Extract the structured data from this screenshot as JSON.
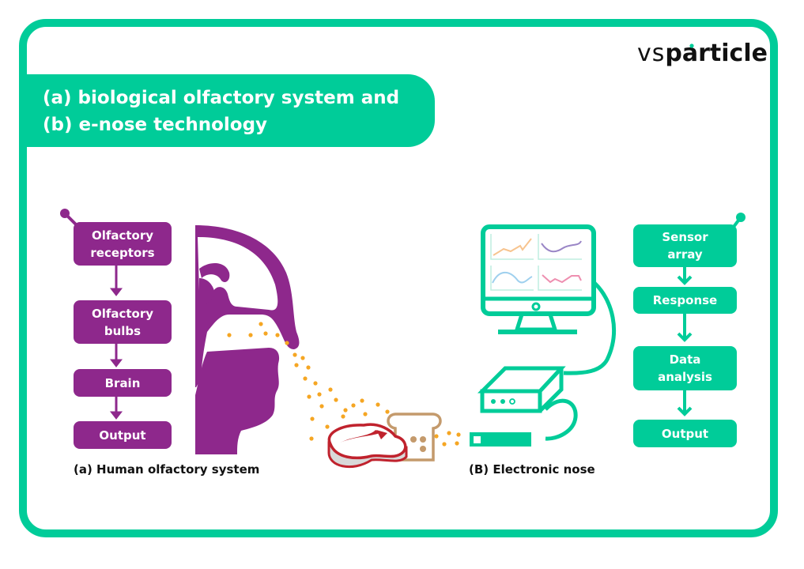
{
  "brand": {
    "logo_prefix": "vs",
    "logo_main_a": "par",
    "logo_main_b": "ticle",
    "accent": "#00cc99",
    "purple": "#8e288c",
    "scent": "#f5a623"
  },
  "title": {
    "line1": "(a) biological olfactory system and",
    "line2": "(b) e-nose technology"
  },
  "human_flow": {
    "steps": [
      {
        "label_1": "Olfactory",
        "label_2": "receptors"
      },
      {
        "label_1": "Olfactory",
        "label_2": "bulbs"
      },
      {
        "label_1": "Brain"
      },
      {
        "label_1": "Output"
      }
    ],
    "caption": "(a) Human olfactory system"
  },
  "enose_flow": {
    "steps": [
      {
        "label_1": "Sensor",
        "label_2": "array"
      },
      {
        "label_1": "Response"
      },
      {
        "label_1": "Data",
        "label_2": "analysis"
      },
      {
        "label_1": "Output"
      }
    ],
    "caption": "(B) Electronic nose"
  },
  "illustrations": {
    "head": "head-cross-section-icon",
    "food": [
      "steak-icon",
      "bread-slice-icon"
    ],
    "device": [
      "monitor-icon",
      "processing-box-icon",
      "sensor-probe-icon"
    ],
    "monitor_plots": [
      {
        "color": "#f7c48f"
      },
      {
        "color": "#9a86c6"
      },
      {
        "color": "#9fd0ee"
      },
      {
        "color": "#ee8fb0"
      }
    ]
  }
}
